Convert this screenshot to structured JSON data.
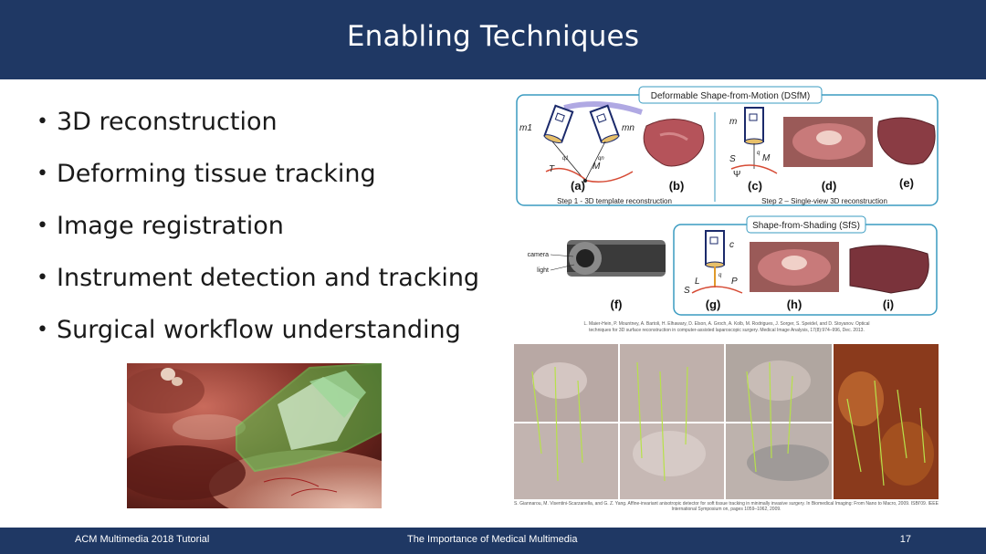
{
  "title": "Enabling Techniques",
  "bullets": [
    "3D reconstruction",
    "Deforming tissue tracking",
    "Image registration",
    "Instrument detection and tracking",
    "Surgical workflow understanding"
  ],
  "figure": {
    "dsfm_title": "Deformable Shape-from-Motion (DSfM)",
    "step1": "Step 1 - 3D template reconstruction",
    "step2": "Step 2 – Single-view 3D reconstruction",
    "sfs_title": "Shape-from-Shading (SfS)",
    "panel_labels": [
      "(a)",
      "(b)",
      "(c)",
      "(d)",
      "(e)",
      "(f)",
      "(g)",
      "(h)",
      "(i)"
    ],
    "symbols": {
      "m1": "m1",
      "mn": "mn",
      "q1": "q1",
      "qn": "qn",
      "T": "T",
      "M_a": "M",
      "m": "m",
      "q_c": "q",
      "S_c": "S",
      "M_c": "M",
      "psi": "Ψ",
      "c": "c",
      "L": "L",
      "q_g": "q",
      "P": "P",
      "S_g": "S"
    },
    "camera_label": "camera",
    "light_label": "light",
    "reference_top": [
      "L. Maier-Hein, P. Mountney, A. Bartoli, H. Elhawary, D. Elson, A. Groch, A. Kolb, M. Rodrigues, J. Sorger, S. Speidel, and D. Stoyanov. Optical",
      "techniques for 3D surface reconstruction in computer-assisted laparoscopic surgery. Medical Image Analysis, 17(8):974–996, Dec. 2013."
    ],
    "reference_bottom": "S. Giannarou, M. Visentini-Scarzanella, and G. Z. Yang. Affine-invariant anisotropic detector for soft tissue tracking in minimally invasive surgery. In Biomedical Imaging: From Nano to Macro, 2009. ISBI'09. IEEE International Symposium on, pages 1059–1062, 2009."
  },
  "footer": {
    "left": "ACM Multimedia 2018 Tutorial",
    "center": "The Importance of Medical Multimedia",
    "page": "17"
  },
  "colors": {
    "header_bg": "#1f3864",
    "panel_border": "#3a9bc1",
    "instrument_highlight": "#4fc64a"
  }
}
